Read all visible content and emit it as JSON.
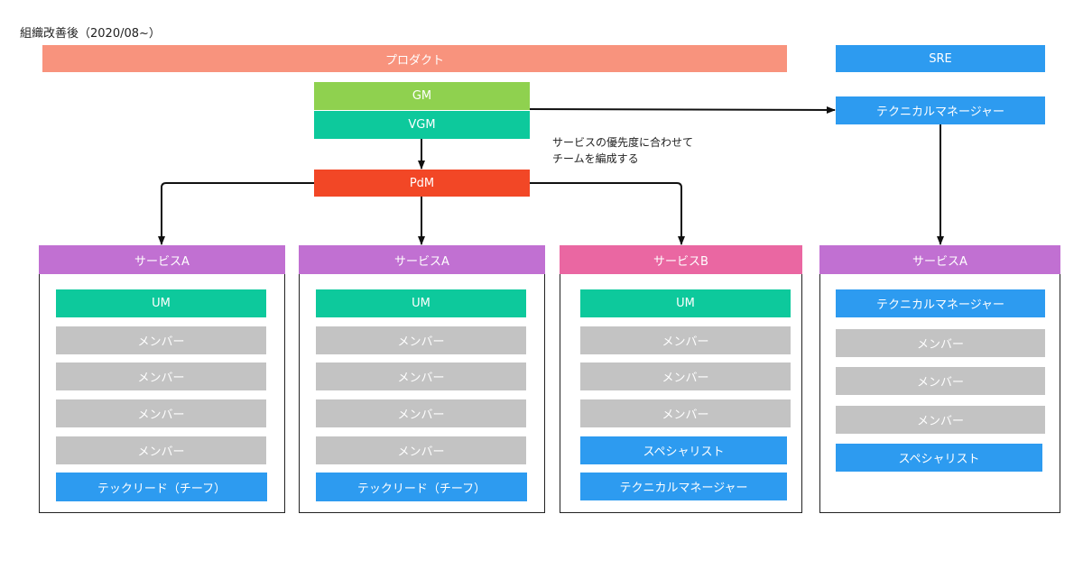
{
  "title": "組織改善後（2020/08~）",
  "top": {
    "product": "プロダクト",
    "sre": "SRE",
    "gm": "GM",
    "vgm": "VGM",
    "tech_manager": "テクニカルマネージャー",
    "pdm": "PdM",
    "note_line1": "サービスの優先度に合わせて",
    "note_line2": "チームを編成する"
  },
  "columns": [
    {
      "header": "サービスA",
      "items": [
        "UM",
        "メンバー",
        "メンバー",
        "メンバー",
        "メンバー",
        "テックリード（チーフ）"
      ]
    },
    {
      "header": "サービスA",
      "items": [
        "UM",
        "メンバー",
        "メンバー",
        "メンバー",
        "メンバー",
        "テックリード（チーフ）"
      ]
    },
    {
      "header": "サービスB",
      "items": [
        "UM",
        "メンバー",
        "メンバー",
        "メンバー",
        "スペシャリスト",
        "テクニカルマネージャー"
      ]
    },
    {
      "header": "サービスA",
      "items": [
        "テクニカルマネージャー",
        "メンバー",
        "メンバー",
        "メンバー",
        "スペシャリスト"
      ]
    }
  ],
  "colors": {
    "product": "#f8937d",
    "sre": "#2d9bf0",
    "gm": "#8fd14f",
    "vgm": "#0dc99c",
    "pdm": "#f24726",
    "um": "#0dc99c",
    "member": "#c3c3c3",
    "blue": "#2d9bf0",
    "service_a": "#c170d2",
    "service_b": "#ea67a2"
  }
}
